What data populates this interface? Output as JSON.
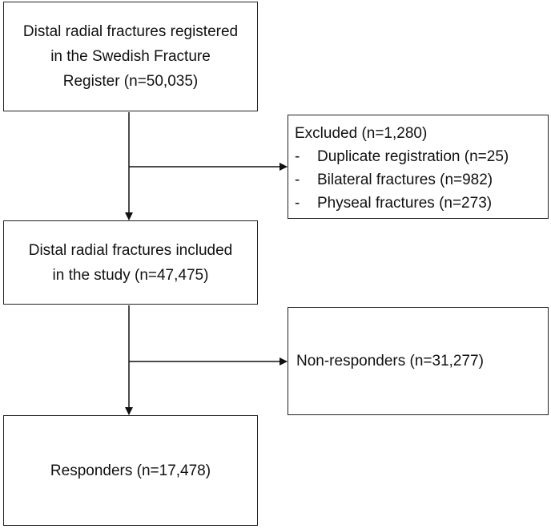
{
  "boxes": {
    "registered": {
      "lines": [
        "Distal radial fractures registered",
        "in the Swedish Fracture",
        "Register (n=50,035)"
      ]
    },
    "excluded": {
      "title": "Excluded (n=1,280)",
      "items": [
        {
          "bullet": "-",
          "label": "Duplicate registration (n=25)"
        },
        {
          "bullet": "-",
          "label": "Bilateral fractures (n=982)"
        },
        {
          "bullet": "-",
          "label": "Physeal fractures (n=273)"
        }
      ]
    },
    "included": {
      "lines": [
        "Distal radial fractures included",
        "in the study (n=47,475)"
      ]
    },
    "nonresponders": {
      "label": "Non-responders (n=31,277)"
    },
    "responders": {
      "label": "Responders (n=17,478)"
    }
  },
  "colors": {
    "border": "#222222",
    "arrow": "#111111",
    "background": "#ffffff"
  }
}
